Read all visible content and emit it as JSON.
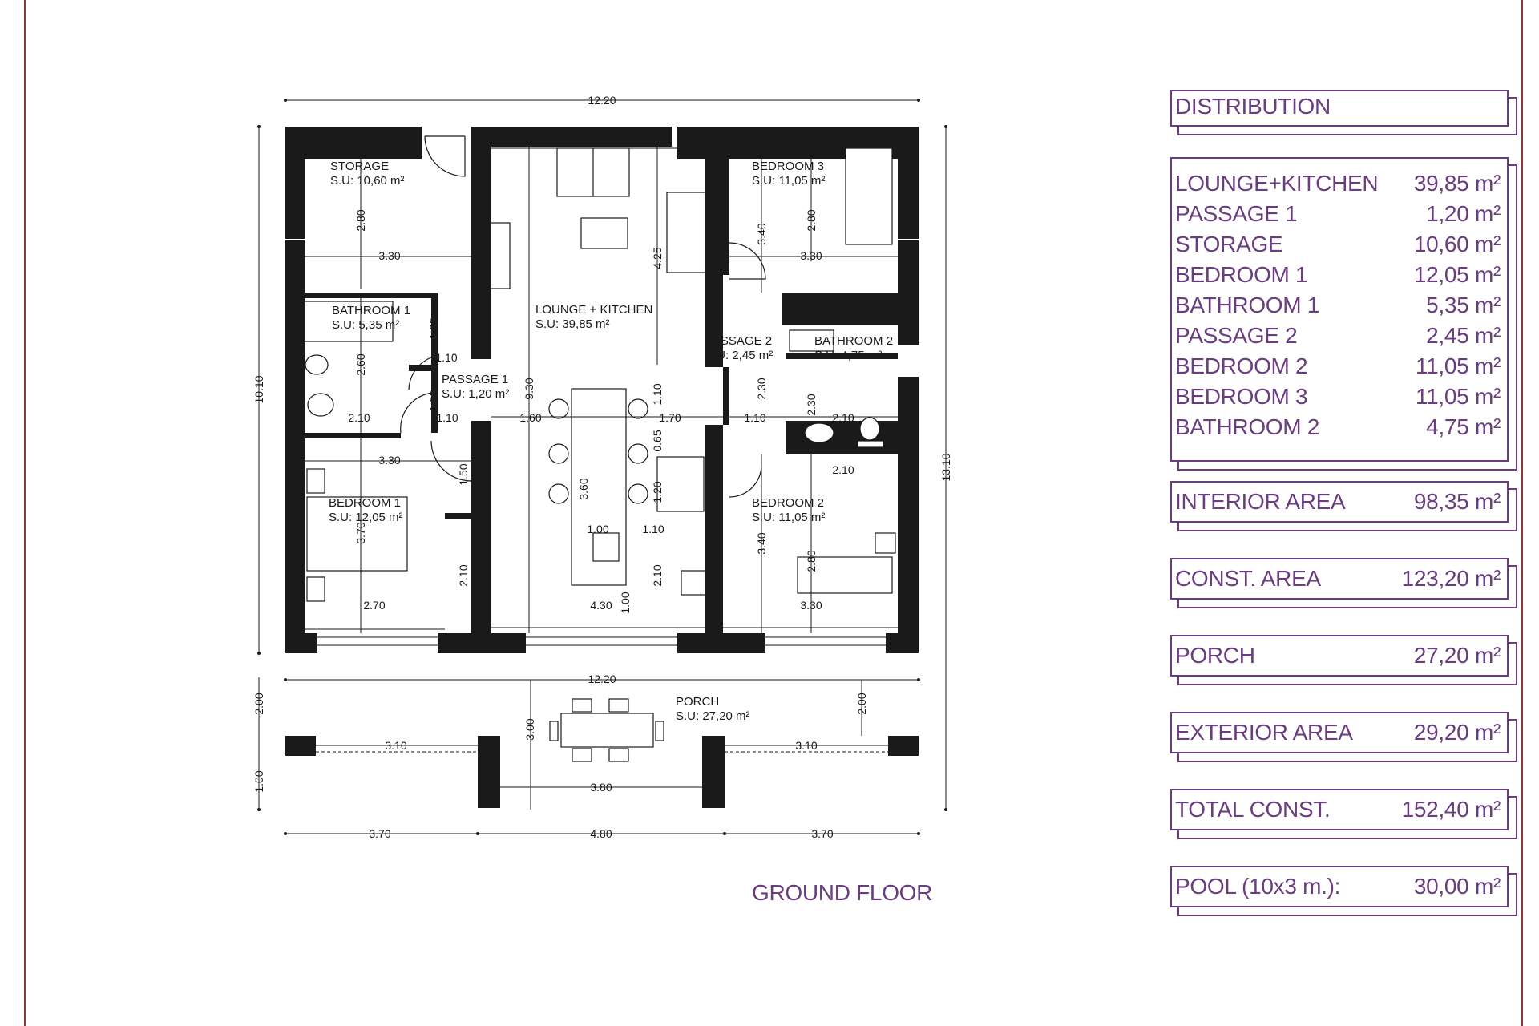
{
  "plan": {
    "caption": "GROUND FLOOR",
    "rooms": [
      {
        "name": "STORAGE",
        "area": "S.U: 10,60 m²"
      },
      {
        "name": "BATHROOM 1",
        "area": "S.U: 5,35 m²"
      },
      {
        "name": "PASSAGE 1",
        "area": "S.U: 1,20 m²"
      },
      {
        "name": "BEDROOM 1",
        "area": "S.U: 12,05 m²"
      },
      {
        "name": "LOUNGE + KITCHEN",
        "area": "S.U: 39,85 m²"
      },
      {
        "name": "BEDROOM 3",
        "area": "S.U: 11,05 m²"
      },
      {
        "name": "PASSAGE 2",
        "area": "S.U: 2,45 m²"
      },
      {
        "name": "BATHROOM 2",
        "area": "S.U: 4,75 m²"
      },
      {
        "name": "BEDROOM 2",
        "area": "S.U: 11,05 m²"
      },
      {
        "name": "PORCH",
        "area": "S.U: 27,20 m²"
      }
    ],
    "dimensions": {
      "overall_width": "12.20",
      "porch_width": "12.20",
      "house_depth": "10.10",
      "total_depth": "13.10",
      "porch_depth": "2.00",
      "porch_step": "1.00",
      "porch_center_depth": "3.00",
      "porch_side_depth": "2.00",
      "bottom_left": "3.70",
      "bottom_mid": "4.80",
      "bottom_right": "3.70",
      "porch_left": "3.10",
      "porch_right": "3.10",
      "porch_mid": "3.80",
      "storage_w": "3.30",
      "storage_h": "2.80",
      "bath1_h": "2.60",
      "bath1_w": "2.10",
      "pass1_h1": "1.35",
      "pass1_w1": "1.10",
      "pass1_h2": "1.25",
      "pass1_w2": "1.10",
      "bed1_w_top": "3.30",
      "bed1_h": "3.70",
      "bed1_w": "2.70",
      "bed1_closet_h": "1.50",
      "bed1_closet2_h": "2.10",
      "lounge_depth": "9.30",
      "lounge_h1": "4.25",
      "lounge_w1": "1.60",
      "lounge_w2": "1.70",
      "lounge_w3": "4.30",
      "island_h": "3.60",
      "island_w": "1.00",
      "kitchen_w": "1.10",
      "kitchen_h1": "1.10",
      "kitchen_h2": "0.65",
      "kitchen_h3": "1.20",
      "kitchen_h4": "2.10",
      "kitchen_h5": "1.00",
      "bed3_w": "3.30",
      "bed3_h": "2.80",
      "bed3_h_outer": "3.40",
      "pass2_w": "1.10",
      "pass2_h": "2.30",
      "bath2_w_top": "2.10",
      "bath2_w_mid": "2.10",
      "bath2_h": "2.30",
      "bath2_w_bot": "2.10",
      "bed2_w": "3.30",
      "bed2_h": "2.80",
      "bed2_h_outer": "3.40"
    }
  },
  "distribution": {
    "title": "DISTRIBUTION",
    "items": [
      {
        "label": "LOUNGE+KITCHEN",
        "value": "39,85 m²"
      },
      {
        "label": "PASSAGE 1",
        "value": "1,20 m²"
      },
      {
        "label": "STORAGE",
        "value": "10,60 m²"
      },
      {
        "label": "BEDROOM 1",
        "value": "12,05 m²"
      },
      {
        "label": "BATHROOM 1",
        "value": "5,35 m²"
      },
      {
        "label": "PASSAGE 2",
        "value": "2,45 m²"
      },
      {
        "label": "BEDROOM 2",
        "value": "11,05 m²"
      },
      {
        "label": "BEDROOM 3",
        "value": "11,05 m²"
      },
      {
        "label": "BATHROOM 2",
        "value": "4,75 m²"
      }
    ],
    "summary": [
      {
        "label": "INTERIOR AREA",
        "value": "98,35 m²"
      },
      {
        "label": "CONST. AREA",
        "value": "123,20 m²"
      },
      {
        "label": "PORCH",
        "value": "27,20 m²"
      },
      {
        "label": "EXTERIOR AREA",
        "value": "29,20 m²"
      },
      {
        "label": "TOTAL CONST.",
        "value": "152,40 m²"
      },
      {
        "label": "POOL (10x3 m.):",
        "value": "30,00 m²"
      }
    ]
  },
  "colors": {
    "accent": "#6a3d80",
    "frame": "#8a3a3a",
    "line": "#1a1a1a"
  }
}
